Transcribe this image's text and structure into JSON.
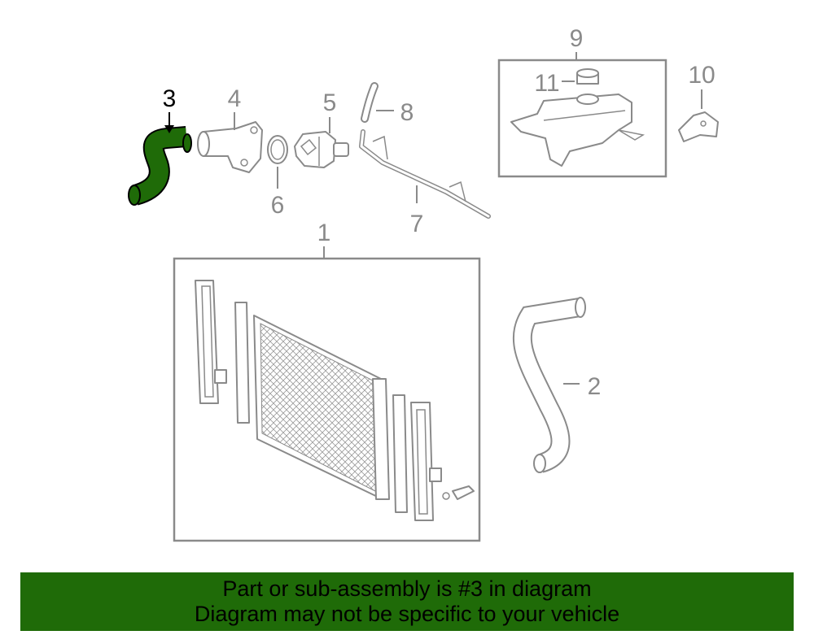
{
  "callouts": {
    "c1": "1",
    "c2": "2",
    "c3": "3",
    "c4": "4",
    "c5": "5",
    "c6": "6",
    "c7": "7",
    "c8": "8",
    "c9": "9",
    "c10": "10",
    "c11": "11"
  },
  "highlight_part": "3",
  "colors": {
    "highlight": "#1f6b08",
    "line": "#8a8a8a",
    "banner": "#1f6b08"
  },
  "banner": {
    "line1": "Part or sub-assembly is #3 in diagram",
    "line2": "Diagram may not be specific to your vehicle"
  }
}
